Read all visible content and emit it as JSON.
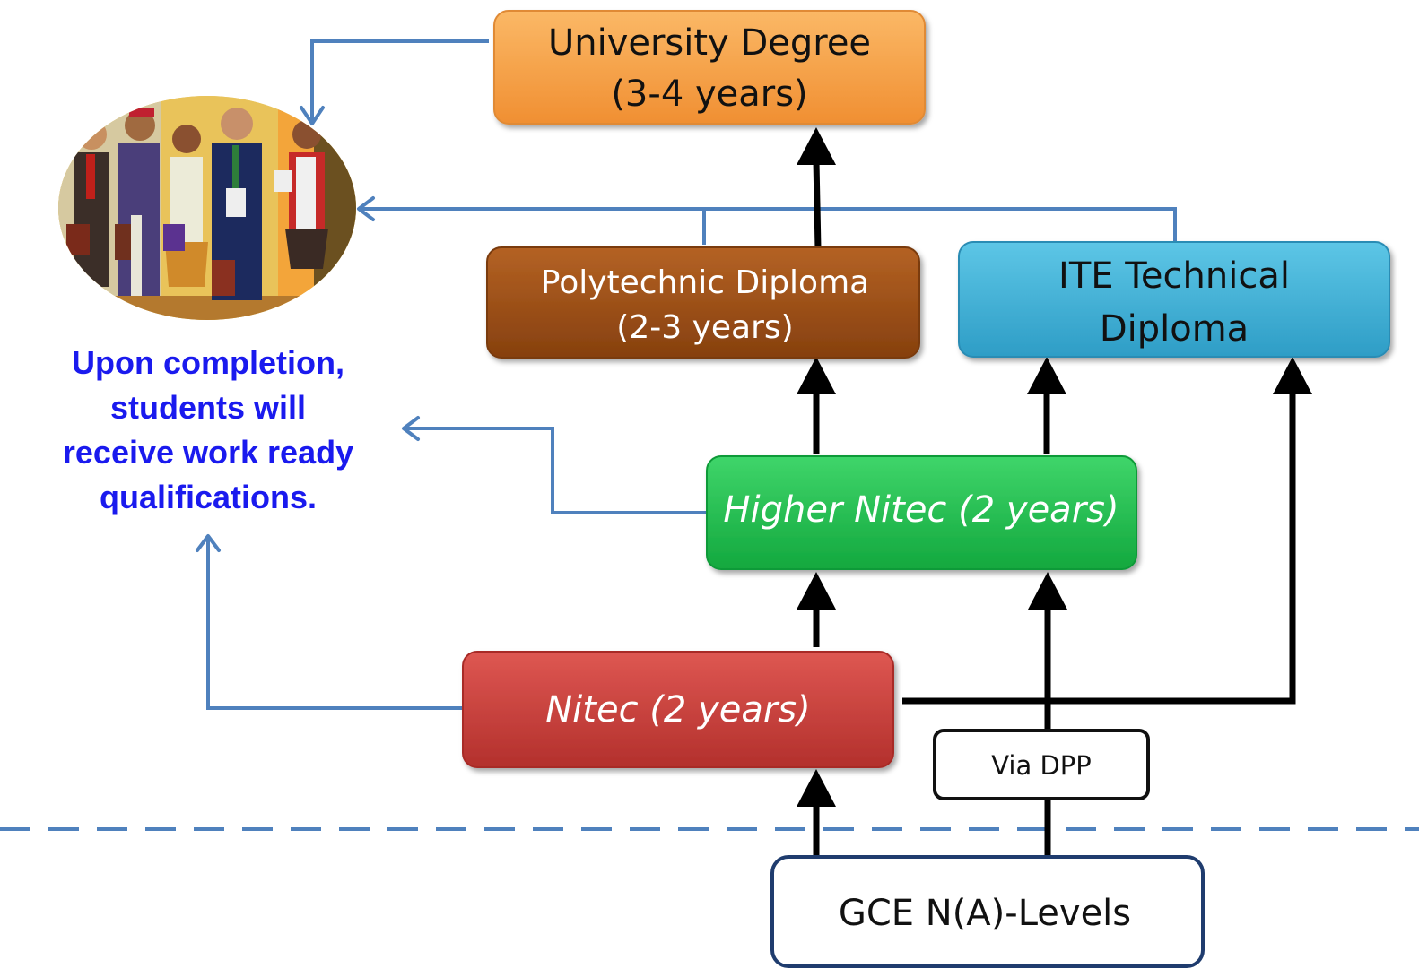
{
  "nodes": {
    "university": {
      "line1": "University Degree",
      "line2": "(3-4 years)",
      "fill": "#f7a04b"
    },
    "polytechnic": {
      "line1": "Polytechnic Diploma",
      "line2": "(2-3 years)",
      "fill": "#9c4e16"
    },
    "ite_diploma": {
      "line1": "ITE Technical",
      "line2": "Diploma",
      "fill": "#3fb2d8"
    },
    "higher_nitec": {
      "label": "Higher Nitec (2 years)",
      "fill": "#1fc050"
    },
    "nitec": {
      "label": "Nitec (2 years)",
      "fill": "#d0403b"
    },
    "via_dpp": {
      "label": "Via DPP"
    },
    "gce": {
      "label": "GCE N(A)-Levels"
    }
  },
  "caption": {
    "line1": "Upon completion,",
    "line2": "students will",
    "line3": "receive work ready",
    "line4": "qualifications."
  },
  "illustration": {
    "icon": "workers-illustration"
  },
  "colors": {
    "flow_arrow": "#000000",
    "output_arrow": "#4f81bd",
    "divider": "#4f81bd",
    "caption": "#1a1aee"
  }
}
